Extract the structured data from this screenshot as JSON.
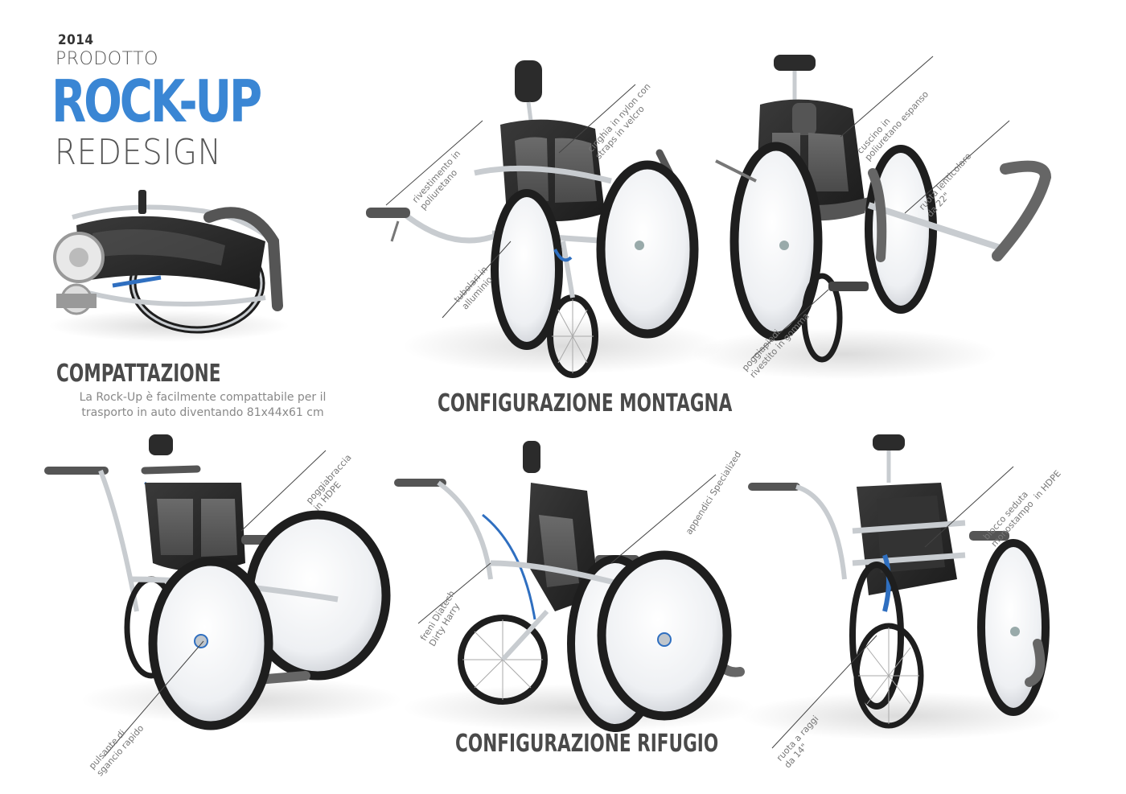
{
  "header": {
    "year": "2014",
    "prodotto": "PRODOTTO",
    "brand": "ROCK-UP",
    "subtitle": "REDESIGN"
  },
  "compattazione": {
    "title": "COMPATTAZIONE",
    "description": "La Rock-Up è facilmente compattabile per il trasporto in auto diventando  81x44x61 cm"
  },
  "montagna": {
    "title": "CONFIGURAZIONE MONTAGNA",
    "annotations": [
      "rivestimento in\npoliuretano",
      "cinghia in nylon con\nstraps in velcro",
      "tubolari in\nalluminio",
      "cuscino in\npoliuretano espanso",
      "ruota lenticolare\nda 22\"",
      "poggiapiedi\nrivestito in gomma"
    ]
  },
  "rifugio": {
    "title": "CONFIGURAZIONE RIFUGIO",
    "annotations": [
      "poggiabraccia\nin HDPE",
      "pulsante di\nsgancio rapido",
      "appendici Specialized",
      "freni Diatech\nDirty Harry",
      "blocco seduta\nmonostampo  in HDPE",
      "ruota a raggi\nda 14\""
    ]
  },
  "colors": {
    "brand_blue": "#3a86d4",
    "frame_silver": "#c8ccd0",
    "seat_black": "#2b2b2b",
    "tire_dark": "#1e1e1e",
    "wheel_disc": "#f4f4f6",
    "accent_blue": "#2f6fc0"
  },
  "icons": [
    "folded-wheelchair",
    "wheelchair-render"
  ]
}
